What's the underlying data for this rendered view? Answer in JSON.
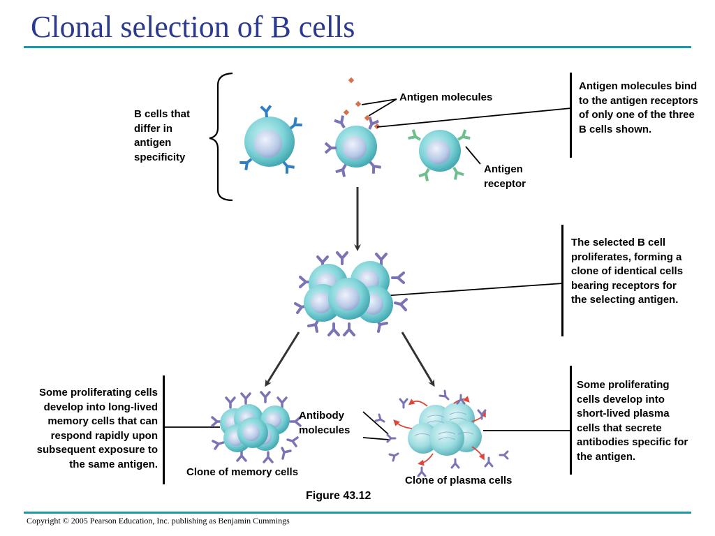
{
  "title": "Clonal selection of B cells",
  "labels": {
    "b_cells_differ": "B cells that differ in antigen specificity",
    "antigen_molecules": "Antigen molecules",
    "antigen_bind": "Antigen molecules bind to the antigen receptors of only one of the three B cells shown.",
    "antigen_receptor": "Antigen receptor",
    "proliferates": "The selected B cell proliferates, forming a clone of identical cells bearing receptors for the selecting antigen.",
    "memory_desc": "Some proliferating cells develop into long-lived memory cells that can respond rapidly upon subsequent exposure to the same antigen.",
    "antibody_molecules": "Antibody molecules",
    "plasma_desc": "Some proliferating cells develop into short-lived plasma cells that secrete antibodies specific for the antigen.",
    "clone_memory": "Clone of memory cells",
    "clone_plasma": "Clone of plasma cells"
  },
  "figure": "Figure 43.12",
  "copyright": "Copyright © 2005 Pearson Education, Inc. publishing as Benjamin Cummings",
  "colors": {
    "title": "#2b3a8f",
    "rule": "#1b9aa3",
    "cell": "#7fd3d8",
    "nucleus": "#b7c8e6",
    "receptor_blue": "#2f7fc4",
    "receptor_purple": "#7b74b4",
    "receptor_green": "#6fbf8e",
    "antigen": "#d9704a",
    "secretion_arrow": "#e0453a"
  }
}
